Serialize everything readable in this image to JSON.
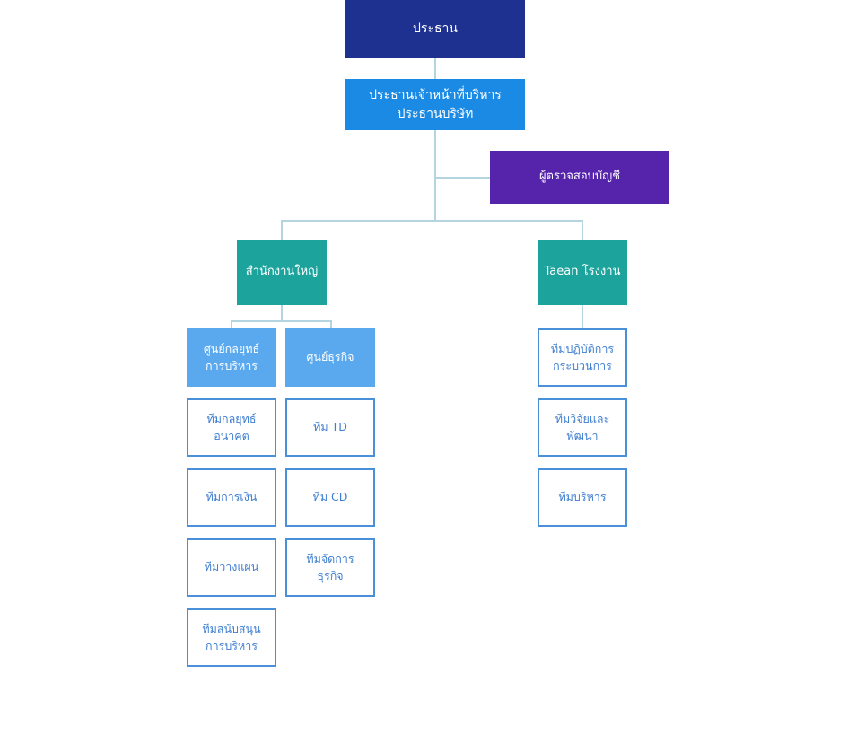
{
  "chart": {
    "title": "Organization Chart",
    "colors": {
      "navy": "#1e3190",
      "blue": "#1b8ae4",
      "purple": "#5623ab",
      "teal": "#1ba39c",
      "light_blue": "#5aa8ee",
      "outline_border": "#4a90d9",
      "outline_text": "#3f7fd0",
      "connector": "#b4d5e0",
      "background": "#ffffff"
    },
    "nodes": {
      "chairman": {
        "label": "ประธาน"
      },
      "ceo": {
        "label": "ประธานเจ้าหน้าที่บริหาร\nประธานบริษัท"
      },
      "auditor": {
        "label": "ผู้ตรวจสอบบัญชี"
      },
      "head_office": {
        "label": "สำนักงานใหญ่"
      },
      "taean_factory": {
        "label": "Taean โรงงาน"
      },
      "center_strategy": {
        "label": "ศูนย์กลยุทธ์\nการบริหาร"
      },
      "center_business": {
        "label": "ศูนย์ธุรกิจ"
      }
    },
    "columns": {
      "strategy_teams": [
        {
          "label": "ทีมกลยุทธ์\nอนาคต"
        },
        {
          "label": "ทีมการเงิน"
        },
        {
          "label": "ทีมวางแผน"
        },
        {
          "label": "ทีมสนับสนุน\nการบริหาร"
        }
      ],
      "business_teams": [
        {
          "label": "ทีม TD"
        },
        {
          "label": "ทีม CD"
        },
        {
          "label": "ทีมจัดการ\nธุรกิจ"
        }
      ],
      "factory_teams": [
        {
          "label": "ทีมปฏิบัติการ\nกระบวนการ"
        },
        {
          "label": "ทีมวิจัยและ\nพัฒนา"
        },
        {
          "label": "ทีมบริหาร"
        }
      ]
    }
  }
}
